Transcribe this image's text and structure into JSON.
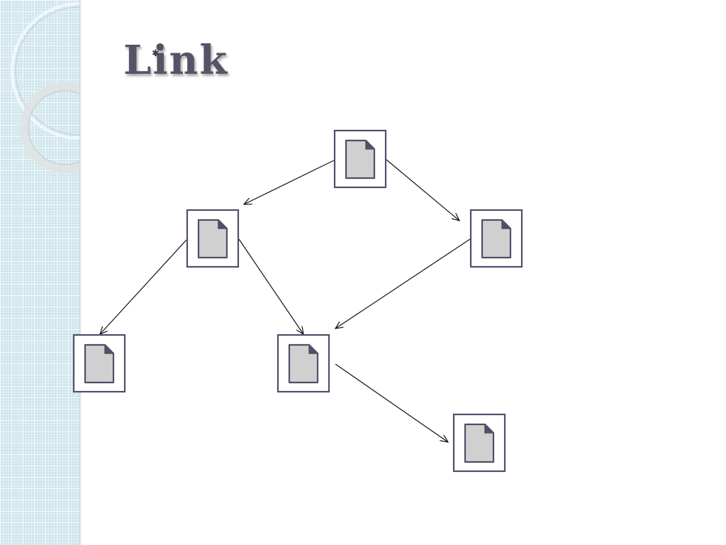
{
  "slide": {
    "title": "Link"
  },
  "diagram": {
    "nodes": [
      {
        "id": "root"
      },
      {
        "id": "left"
      },
      {
        "id": "right"
      },
      {
        "id": "left-left"
      },
      {
        "id": "middle"
      },
      {
        "id": "bottom-right"
      }
    ],
    "edges": [
      {
        "from": "root",
        "to": "left"
      },
      {
        "from": "root",
        "to": "right"
      },
      {
        "from": "left",
        "to": "left-left"
      },
      {
        "from": "left",
        "to": "middle"
      },
      {
        "from": "right",
        "to": "middle"
      },
      {
        "from": "middle",
        "to": "bottom-right"
      }
    ]
  },
  "colors": {
    "node_border": "#4d5066",
    "document_fill": "#d0d0d0",
    "band": "#cfe6ec",
    "title": "#545466"
  },
  "icons": {
    "node_icon": "document-icon",
    "title_star": "star-icon"
  }
}
